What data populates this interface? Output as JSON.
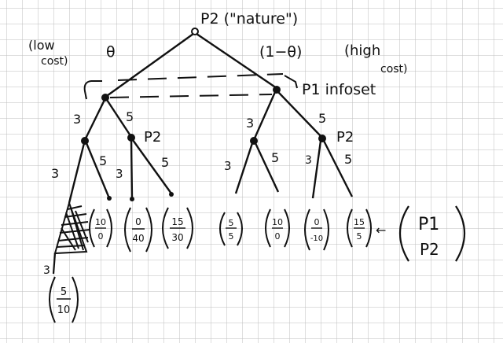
{
  "root_label": "P2 (\"nature\")",
  "nature": {
    "left_word_1": "(low",
    "left_word_2": "cost)",
    "left_prob": "θ",
    "right_prob": "(1−θ)",
    "right_word_1": "(high",
    "right_word_2": "cost)"
  },
  "infoset_label": "P1 infoset",
  "p1_left": {
    "move_a": "3",
    "move_b": "5"
  },
  "p1_right": {
    "move_a": "3",
    "move_b": "5"
  },
  "p2_nodes": {
    "label_mid": "P2",
    "label_right": "P2"
  },
  "p2_moves": {
    "n1": [
      "3",
      "5"
    ],
    "n2": [
      "3",
      "5"
    ],
    "n3": [
      "3",
      "5"
    ],
    "n4": [
      "3",
      "5"
    ]
  },
  "payoffs": [
    {
      "top": "10",
      "bottom": "0"
    },
    {
      "top": "0",
      "bottom": "40"
    },
    {
      "top": "15",
      "bottom": "30"
    },
    {
      "top": "5",
      "bottom": "5"
    },
    {
      "top": "10",
      "bottom": "0"
    },
    {
      "top": "0",
      "bottom": "-10"
    },
    {
      "top": "15",
      "bottom": "5"
    }
  ],
  "hidden_payoff": {
    "move": "3",
    "top": "5",
    "bottom": "10"
  },
  "legend": {
    "arrow": "←",
    "top": "P1",
    "bottom": "P2"
  },
  "colors": {
    "ink": "#111111",
    "grid": "#b9b9b9",
    "paper": "#ffffff"
  }
}
